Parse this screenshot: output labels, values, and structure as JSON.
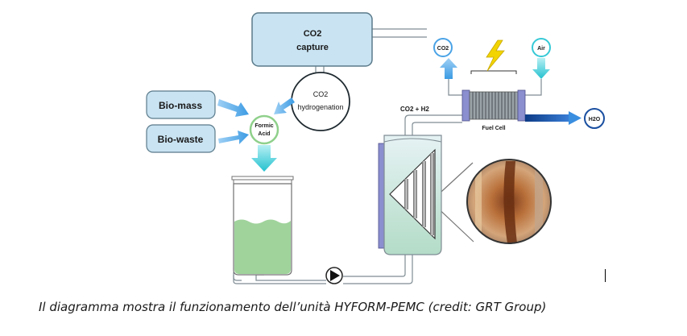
{
  "labels": {
    "co2_capture_line1": "CO2",
    "co2_capture_line2": "capture",
    "co2_hydrogenation_line1": "CO2",
    "co2_hydrogenation_line2": "hydrogenation",
    "biomass": "Bio-mass",
    "biowaste": "Bio-waste",
    "formic_acid_line1": "Formic",
    "formic_acid_line2": "Acid",
    "co2_h2": "CO2 + H2",
    "co2_out": "CO2",
    "air": "Air",
    "fuel_cell": "Fuel Cell",
    "h2o": "H2O"
  },
  "caption": "Il diagramma mostra il funzionamento dell’unità HYFORM-PEMC (credit: GRT Group)",
  "colors": {
    "box_fill": "#c9e3f2",
    "box_stroke": "#5a7a8a",
    "arrow_blue": "#4aa3e6",
    "arrow_cyan": "#35c9d6",
    "liquid": "#9fd39b",
    "reactor": "#cfe6e8",
    "stack_blue": "#8b8fd0",
    "h2o_pipe": "#1a4fa0",
    "lightning": "#f2d400"
  },
  "icons": {
    "lightning": "lightning-bolt-icon",
    "pump": "pump-icon"
  }
}
